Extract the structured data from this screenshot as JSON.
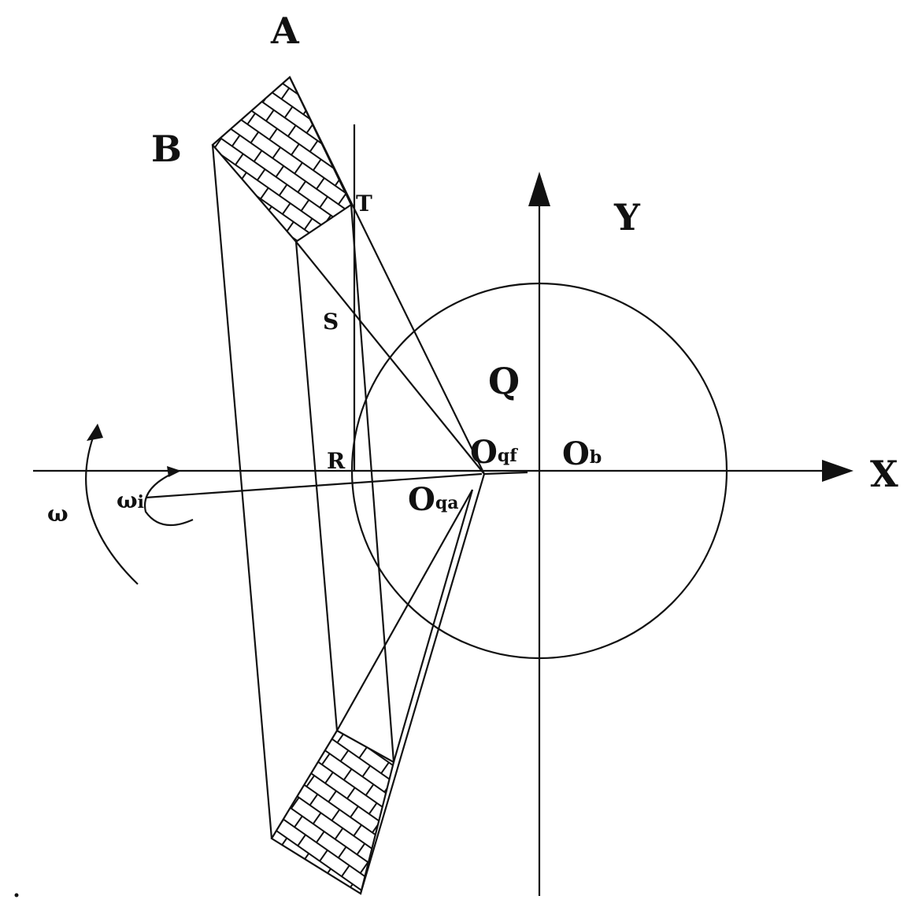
{
  "labels": {
    "A": "A",
    "B": "B",
    "T": "T",
    "S": "S",
    "R": "R",
    "Q": "Q",
    "X": "X",
    "Y": "Y",
    "O": "O",
    "qf": "qf",
    "b": "b",
    "qa": "qa",
    "omega": "ω",
    "omega_i": "ω",
    "omega_i_sub": "i"
  }
}
